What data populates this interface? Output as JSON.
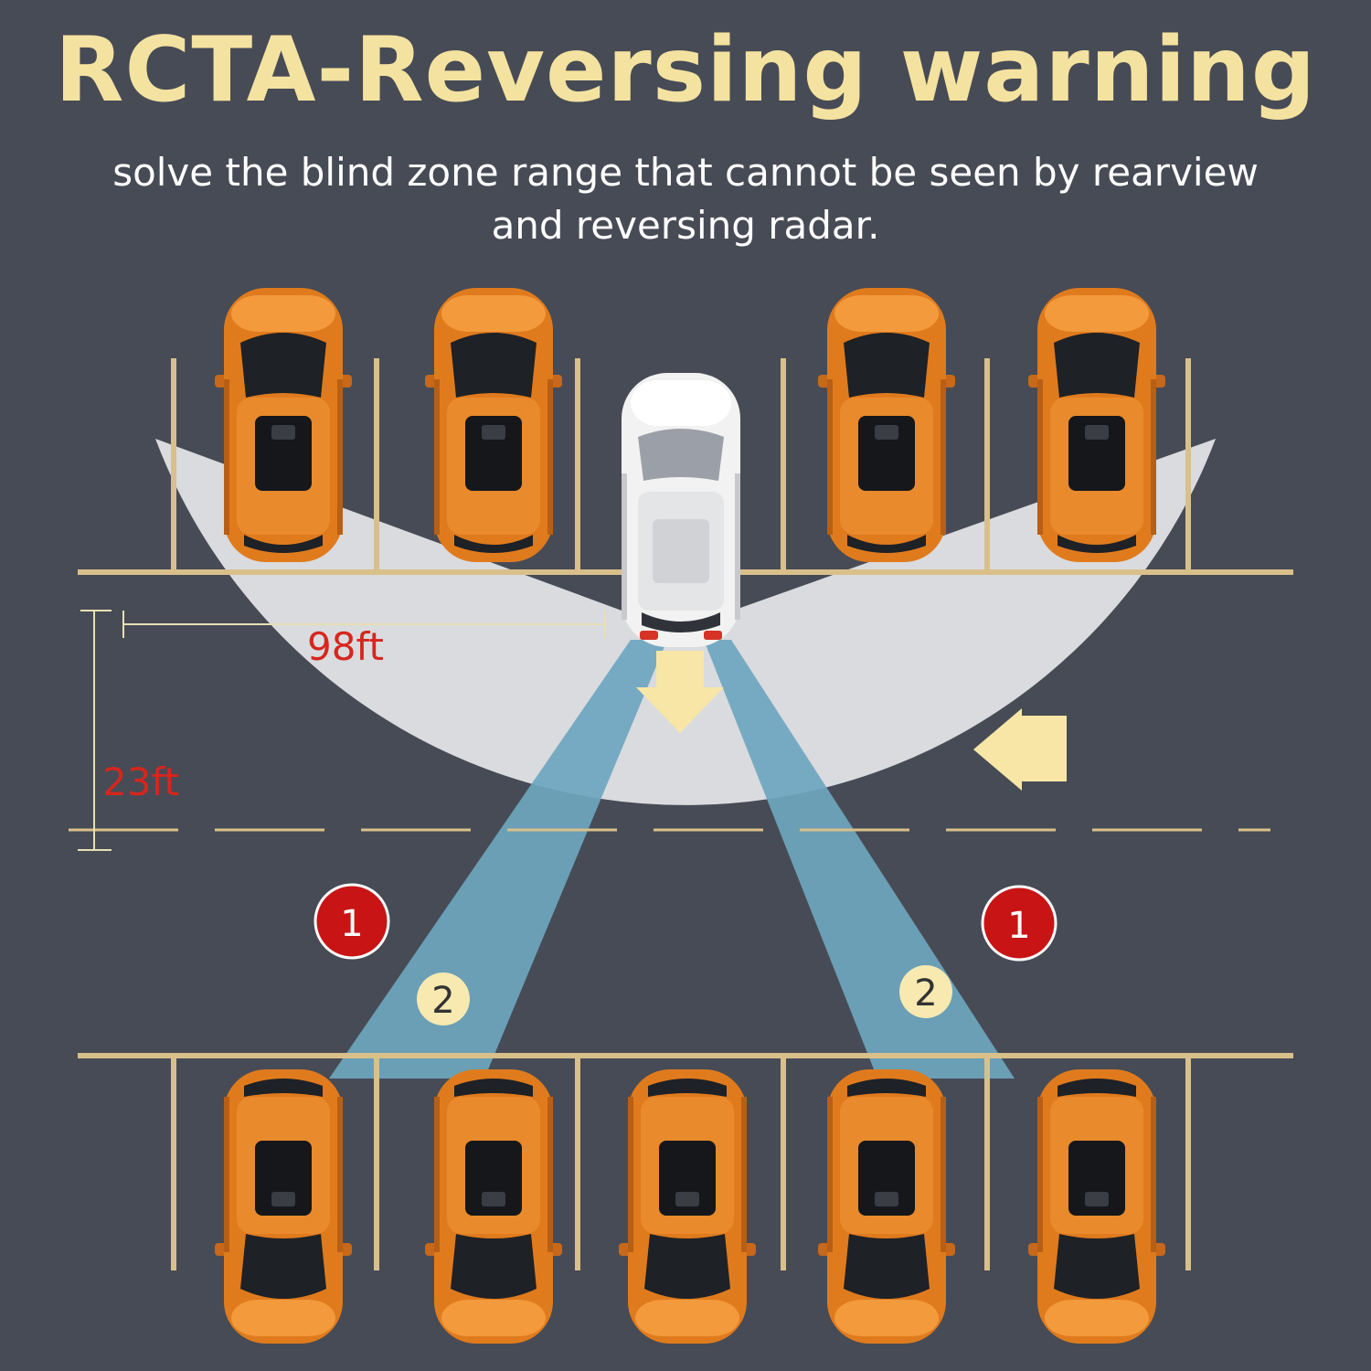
{
  "title": "RCTA-Reversing warning",
  "subtitle_line1": "solve the blind zone range that cannot be seen by rearview",
  "subtitle_line2": "and reversing radar.",
  "dimensions": {
    "width_label": "98ft",
    "depth_label": "23ft"
  },
  "markers": {
    "zone1": "1",
    "zone2": "2"
  },
  "colors": {
    "background": "#474b55",
    "title": "#f4e2a0",
    "parking_lines": "#d9c08a",
    "detection_zone": "#d9dbde",
    "radar_beam": "#6ea6bf",
    "arrow": "#f7e6a6",
    "parked_car": "#e07b1d",
    "reversing_car": "#f2f2f2",
    "marker_red": "#c81414",
    "marker_cream": "#f7e9b0"
  }
}
